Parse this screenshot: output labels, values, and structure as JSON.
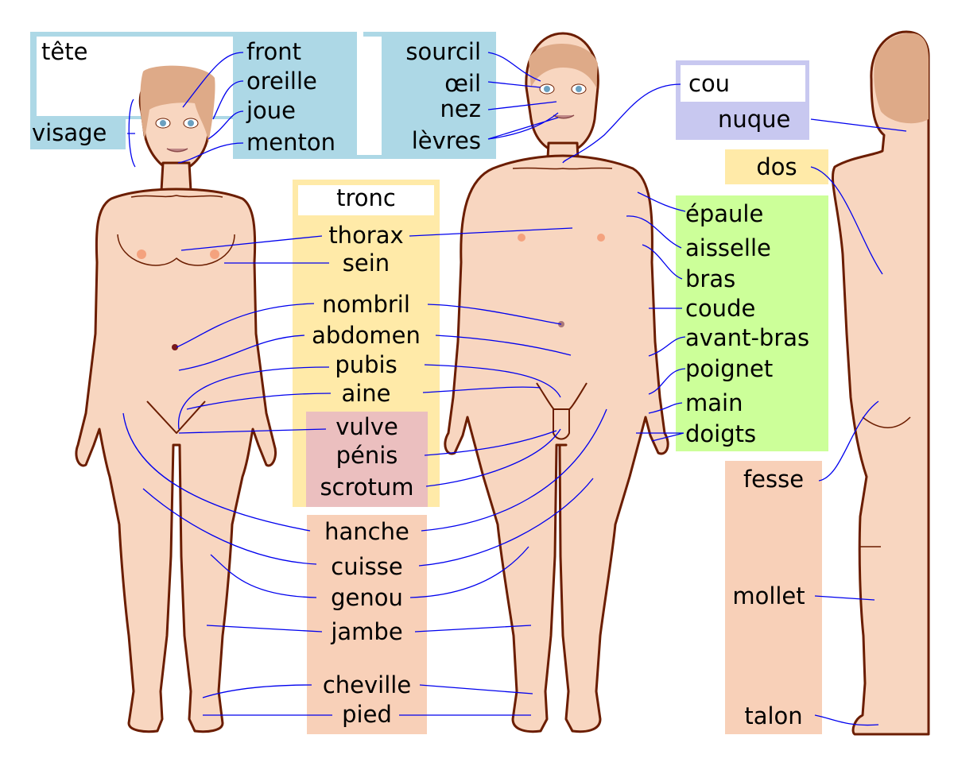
{
  "colors": {
    "skin": "#f8d6c0",
    "outline": "#6b1d00",
    "hair": "#deaa88",
    "leader": "#0000ee",
    "head_group": "#add8e6",
    "neck_group": "#c8c8f0",
    "trunk_group": "#ffeaa8",
    "genital_group": "#ebbfbf",
    "arm_group": "#ccff99",
    "leg_group": "#f8d0b8"
  },
  "groups": {
    "head": "tête",
    "trunk": "tronc",
    "neck": "cou"
  },
  "labels": {
    "visage": "visage",
    "front": "front",
    "oreille": "oreille",
    "joue": "joue",
    "menton": "menton",
    "sourcil": "sourcil",
    "oeil": "œil",
    "nez": "nez",
    "levres": "lèvres",
    "nuque": "nuque",
    "dos": "dos",
    "thorax": "thorax",
    "sein": "sein",
    "nombril": "nombril",
    "abdomen": "abdomen",
    "pubis": "pubis",
    "aine": "aine",
    "vulve": "vulve",
    "penis": "pénis",
    "scrotum": "scrotum",
    "epaule": "épaule",
    "aisselle": "aisselle",
    "bras": "bras",
    "coude": "coude",
    "avant_bras": "avant-bras",
    "poignet": "poignet",
    "main": "main",
    "doigts": "doigts",
    "hanche": "hanche",
    "cuisse": "cuisse",
    "genou": "genou",
    "jambe": "jambe",
    "cheville": "cheville",
    "pied": "pied",
    "fesse": "fesse",
    "mollet": "mollet",
    "talon": "talon"
  }
}
